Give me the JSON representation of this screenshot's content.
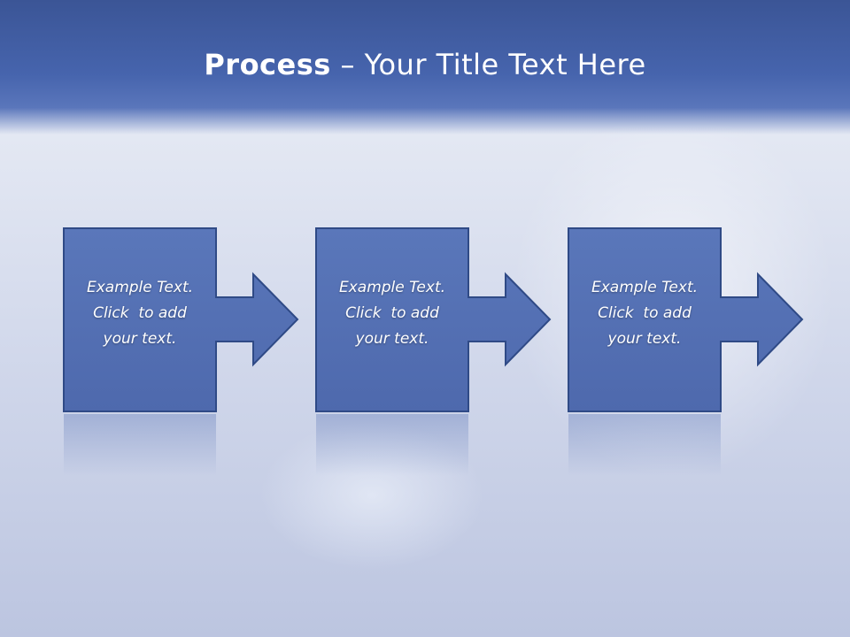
{
  "title": {
    "bold": "Process",
    "dash": " – ",
    "rest": "Your Title Text Here"
  },
  "steps": [
    {
      "line1": "Example Text.",
      "line2": "Click  to add",
      "line3": "your text."
    },
    {
      "line1": "Example Text.",
      "line2": "Click  to add",
      "line3": "your text."
    },
    {
      "line1": "Example Text.",
      "line2": "Click  to add",
      "line3": "your text."
    }
  ],
  "colors": {
    "header": "#4664ad",
    "box_fill": "#5470b4",
    "box_stroke": "#2f4a86",
    "text": "#ffffff"
  }
}
